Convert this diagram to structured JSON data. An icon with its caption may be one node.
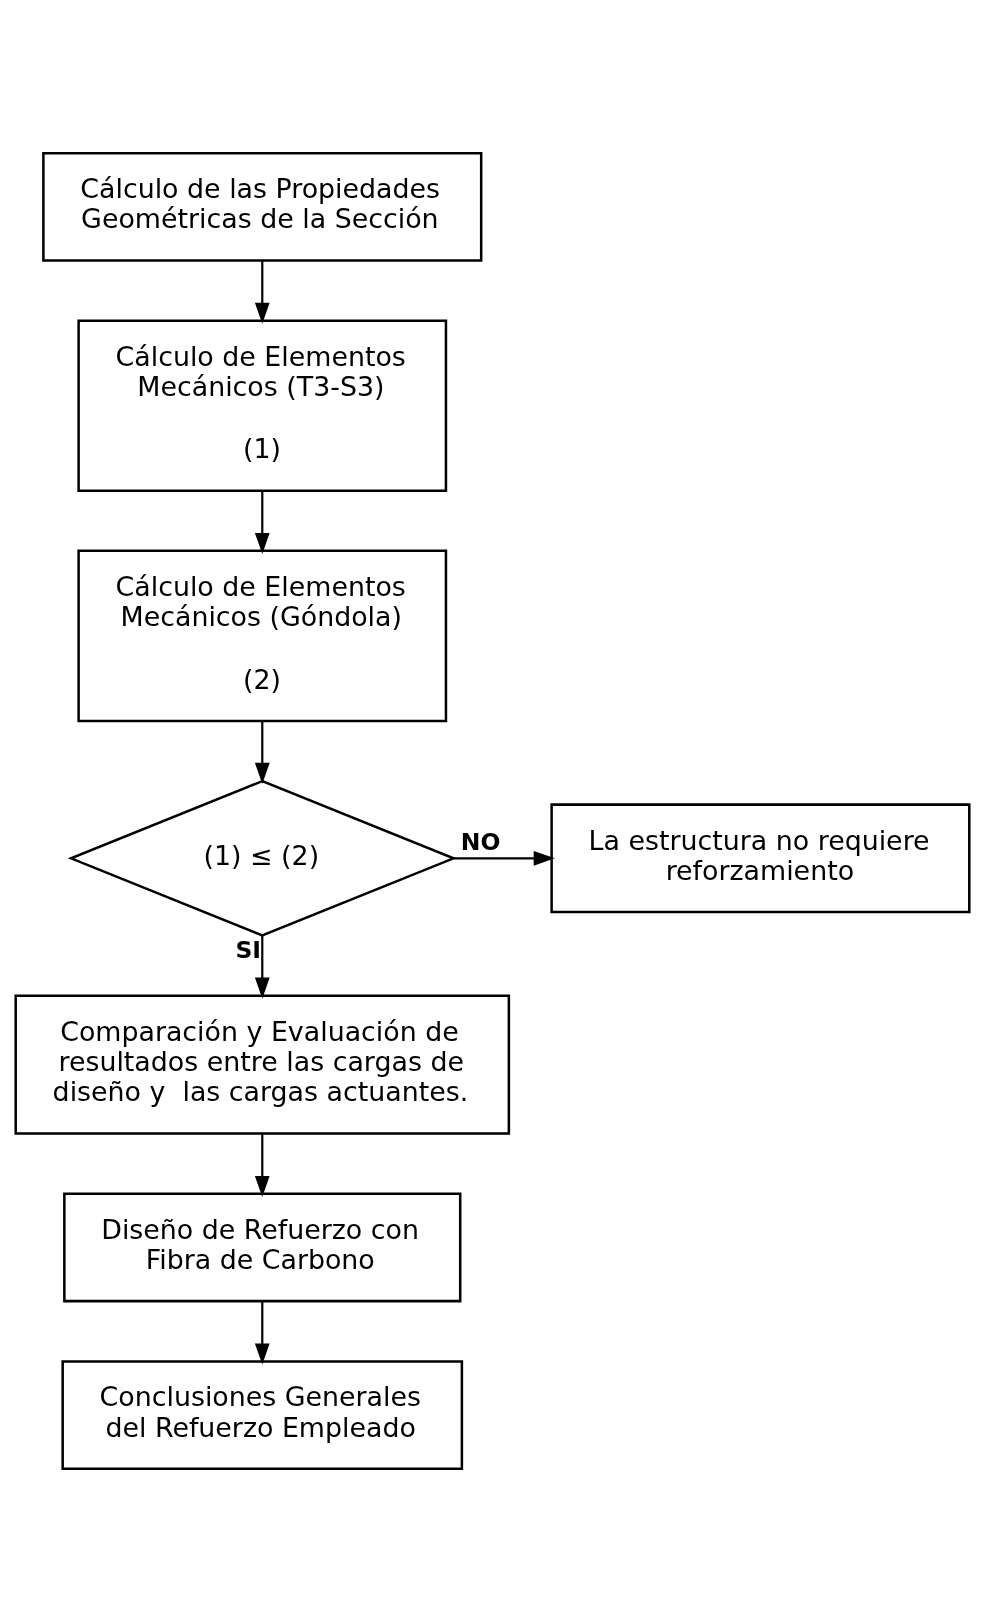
{
  "diagram": {
    "nodes": [
      {
        "text": [
          "Cálculo de las Propiedades Geométricas de la Sección"
        ]
      },
      {
        "text": [
          "Cálculo de Elementos Mecánicos (T3-S3)",
          "(1)"
        ]
      },
      {
        "text": [
          "Cálculo de Elementos Mecánicos (Góndola)",
          "(2)"
        ]
      },
      {
        "text": [
          "(1) ≤ (2)"
        ]
      },
      {
        "text": [
          "La estructura no requiere reforzamiento"
        ]
      },
      {
        "text": [
          "Comparación y Evaluación de resultados entre las cargas de diseño y  las cargas actuantes."
        ]
      },
      {
        "text": [
          "Diseño de Refuerzo con Fibra de Carbono"
        ]
      },
      {
        "text": [
          "Conclusiones Generales del Refuerzo Empleado"
        ]
      }
    ],
    "edges": [
      {
        "from": 0,
        "to": 1,
        "arrow": "to"
      },
      {
        "from": 1,
        "to": 2,
        "arrow": "to"
      },
      {
        "from": 2,
        "to": 3,
        "arrow": "to"
      },
      {
        "from": 3,
        "to": 4,
        "arrow": "to",
        "label": "NO"
      },
      {
        "from": 3,
        "to": 5,
        "arrow": "to",
        "label": "SI"
      },
      {
        "from": 5,
        "to": 6,
        "arrow": "to"
      },
      {
        "from": 6,
        "to": 7,
        "arrow": "to"
      }
    ]
  }
}
